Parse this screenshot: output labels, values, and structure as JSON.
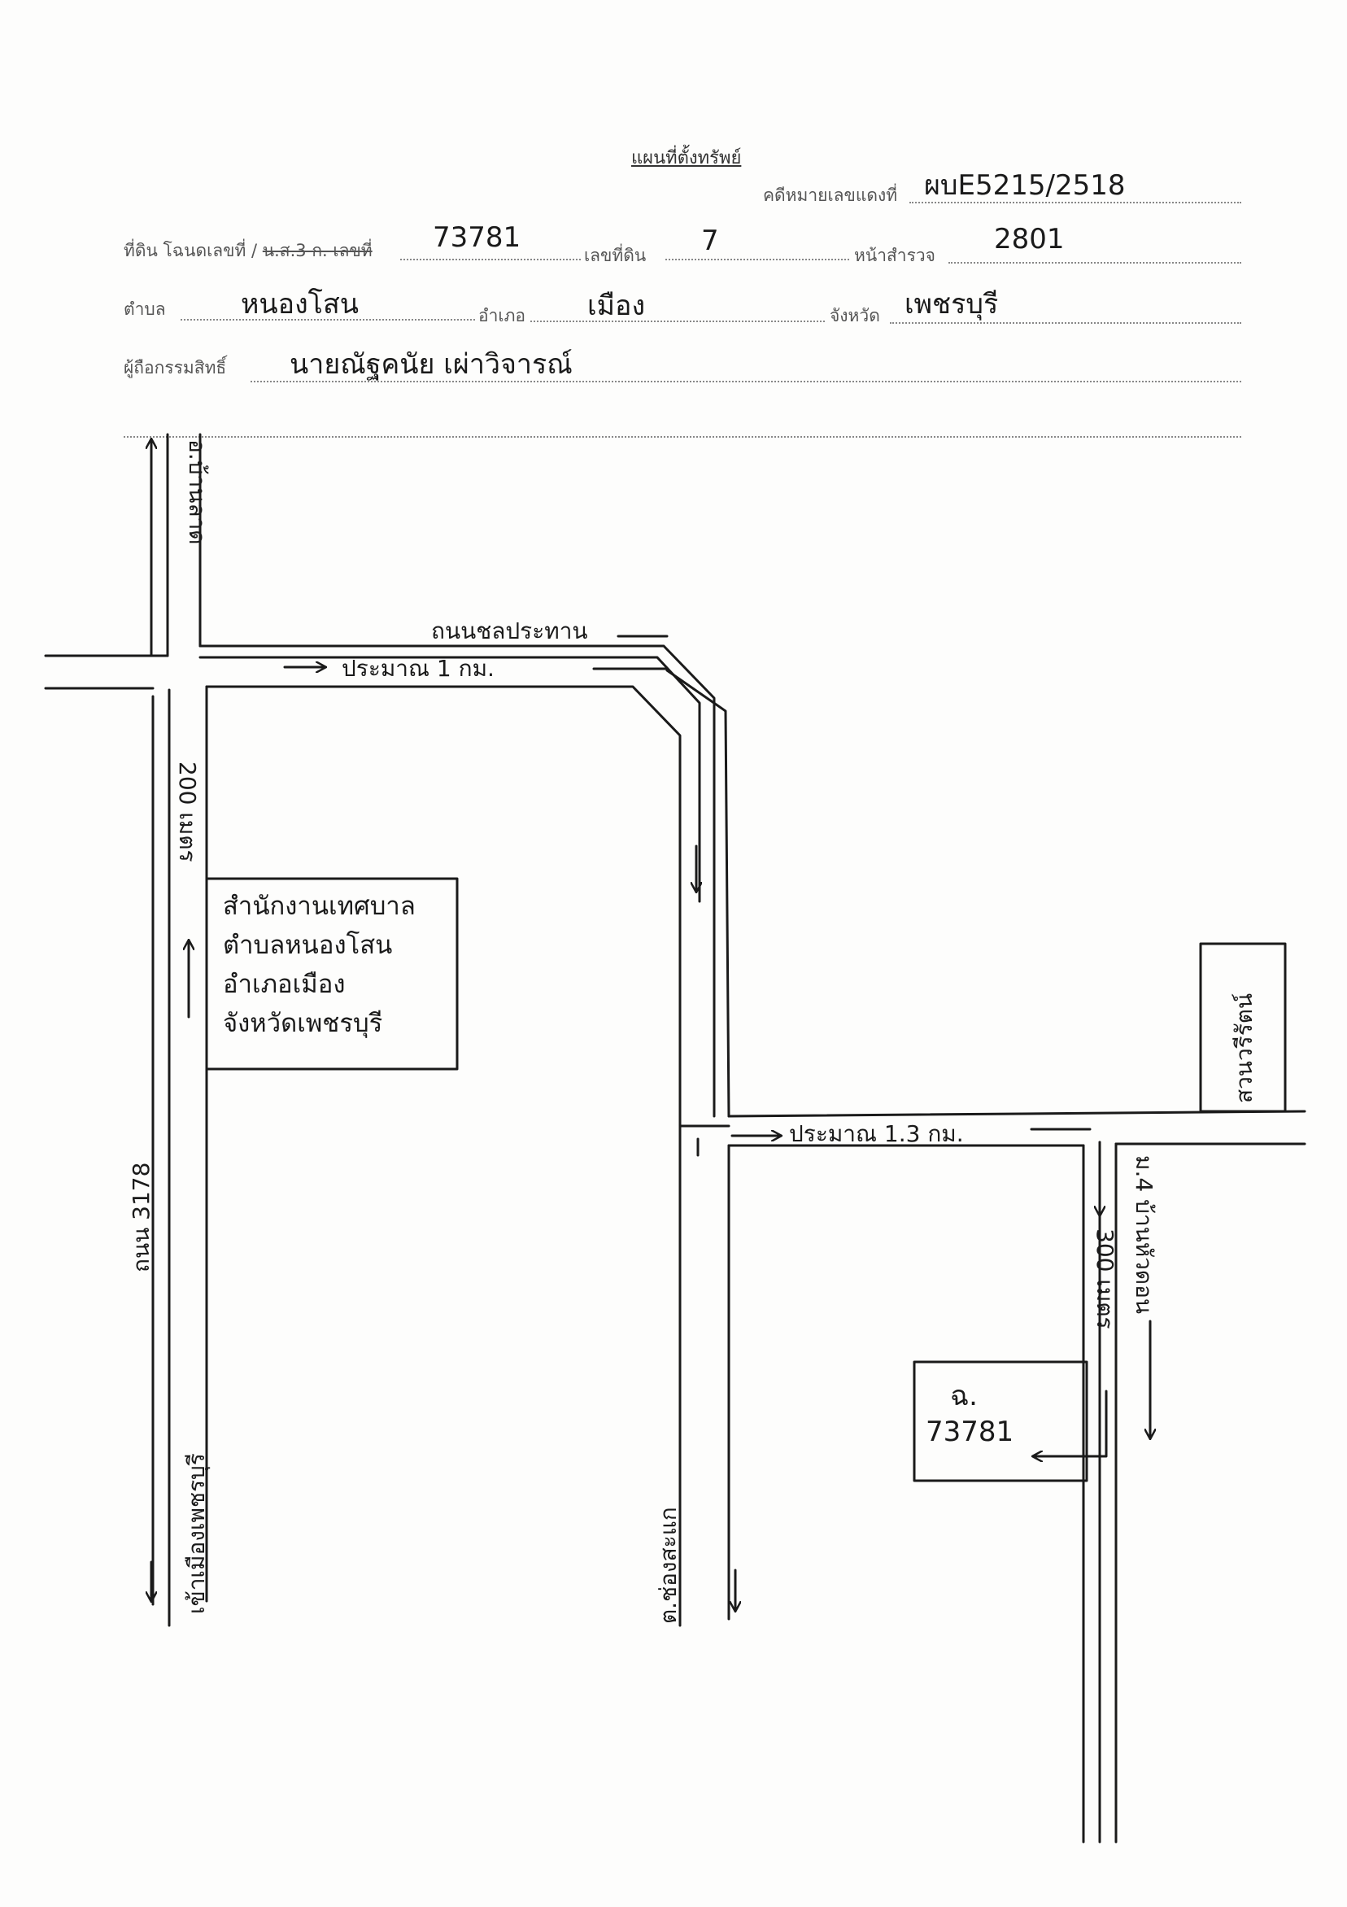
{
  "form": {
    "title": "แผนที่ตั้งทรัพย์",
    "case_label": "คดีหมายเลขแดงที่",
    "case_value": "ผบE5215/2518",
    "deed_label_prefix": "ที่ดิน โฉนดเลขที่ /",
    "deed_label_struck": "น.ส.3 ก. เลขที่",
    "deed_value": "73781",
    "land_no_label": "เลขที่ดิน",
    "land_no_value": "7",
    "survey_page_label": "หน้าสำรวจ",
    "survey_page_value": "2801",
    "subdistrict_label": "ตำบล",
    "subdistrict_value": "หนองโสน",
    "district_label": "อำเภอ",
    "district_value": "เมือง",
    "province_label": "จังหวัด",
    "province_value": "เพชรบุรี",
    "owner_label": "ผู้ถือกรรมสิทธิ์",
    "owner_value": "นายณัฐคนัย เผ่าวิจารณ์"
  },
  "map": {
    "labels": {
      "road_top_left": "อ.บ้านลาด",
      "road_chonprathan": "ถนนชลประทาน",
      "dist_1km": "ประมาณ 1 กม.",
      "dist_200m": "200 เมตร",
      "road_3178": "ถนน 3178",
      "to_petchaburi": "เข้าเมืองเพชรบุรี",
      "to_nongsakae": "ต.ช่องสะแก",
      "dist_1_3km": "ประมาณ 1.3 กม.",
      "park_box": "สวนวรีรัตน์",
      "dist_300m": "300 เมตร",
      "village_road": "ม.4 บ้านหัวดอน",
      "land_marker_title": "ฉ.",
      "land_marker_number": "73781"
    },
    "office_box_lines": [
      "สำนักงานเทศบาล",
      "ตำบลหนองโสน",
      "อำเภอเมือง",
      "จังหวัดเพชรบุรี"
    ],
    "line_color": "#1a1a1a"
  }
}
